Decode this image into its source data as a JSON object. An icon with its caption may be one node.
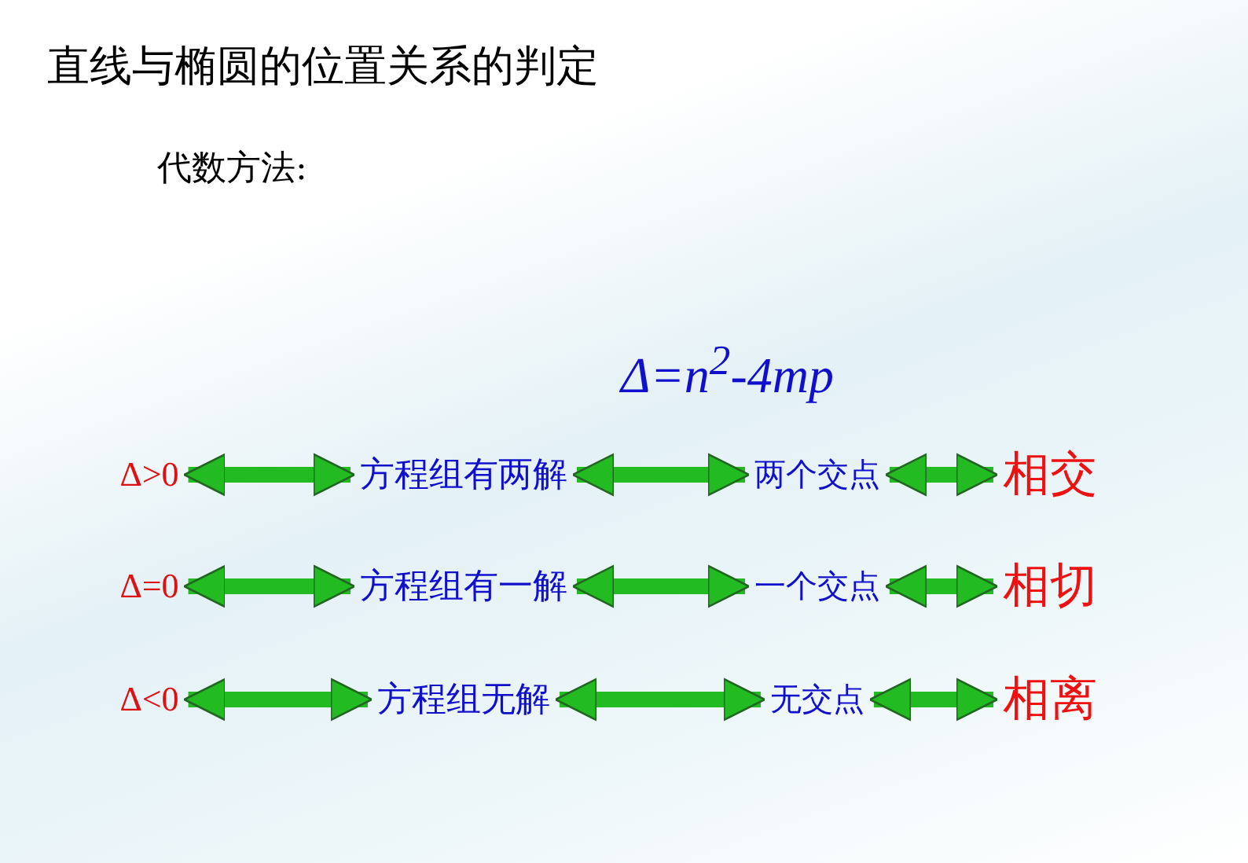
{
  "diagram": {
    "title": "直线与椭圆的位置关系的判定",
    "nodes": [
      {
        "text": [
          "Δ>0"
        ]
      },
      {
        "text": [
          "方程组有两解"
        ]
      },
      {
        "text": [
          "两个交点"
        ]
      },
      {
        "text": [
          "相交"
        ]
      },
      {
        "text": [
          "Δ=0"
        ]
      },
      {
        "text": [
          "方程组有一解"
        ]
      },
      {
        "text": [
          "一个交点"
        ]
      },
      {
        "text": [
          "相切"
        ]
      },
      {
        "text": [
          "Δ<0"
        ]
      },
      {
        "text": [
          "方程组无解"
        ]
      },
      {
        "text": [
          "无交点"
        ]
      },
      {
        "text": [
          "相离"
        ]
      }
    ],
    "edges": [
      {
        "from": 0,
        "to": 1,
        "arrow": "both"
      },
      {
        "from": 1,
        "to": 2,
        "arrow": "both"
      },
      {
        "from": 2,
        "to": 3,
        "arrow": "both"
      },
      {
        "from": 4,
        "to": 5,
        "arrow": "both"
      },
      {
        "from": 5,
        "to": 6,
        "arrow": "both"
      },
      {
        "from": 6,
        "to": 7,
        "arrow": "both"
      },
      {
        "from": 8,
        "to": 9,
        "arrow": "both"
      },
      {
        "from": 9,
        "to": 10,
        "arrow": "both"
      },
      {
        "from": 10,
        "to": 11,
        "arrow": "both"
      }
    ],
    "labels": [
      "代数方法:",
      "Δ=n$^{2}$-4mp"
    ]
  }
}
